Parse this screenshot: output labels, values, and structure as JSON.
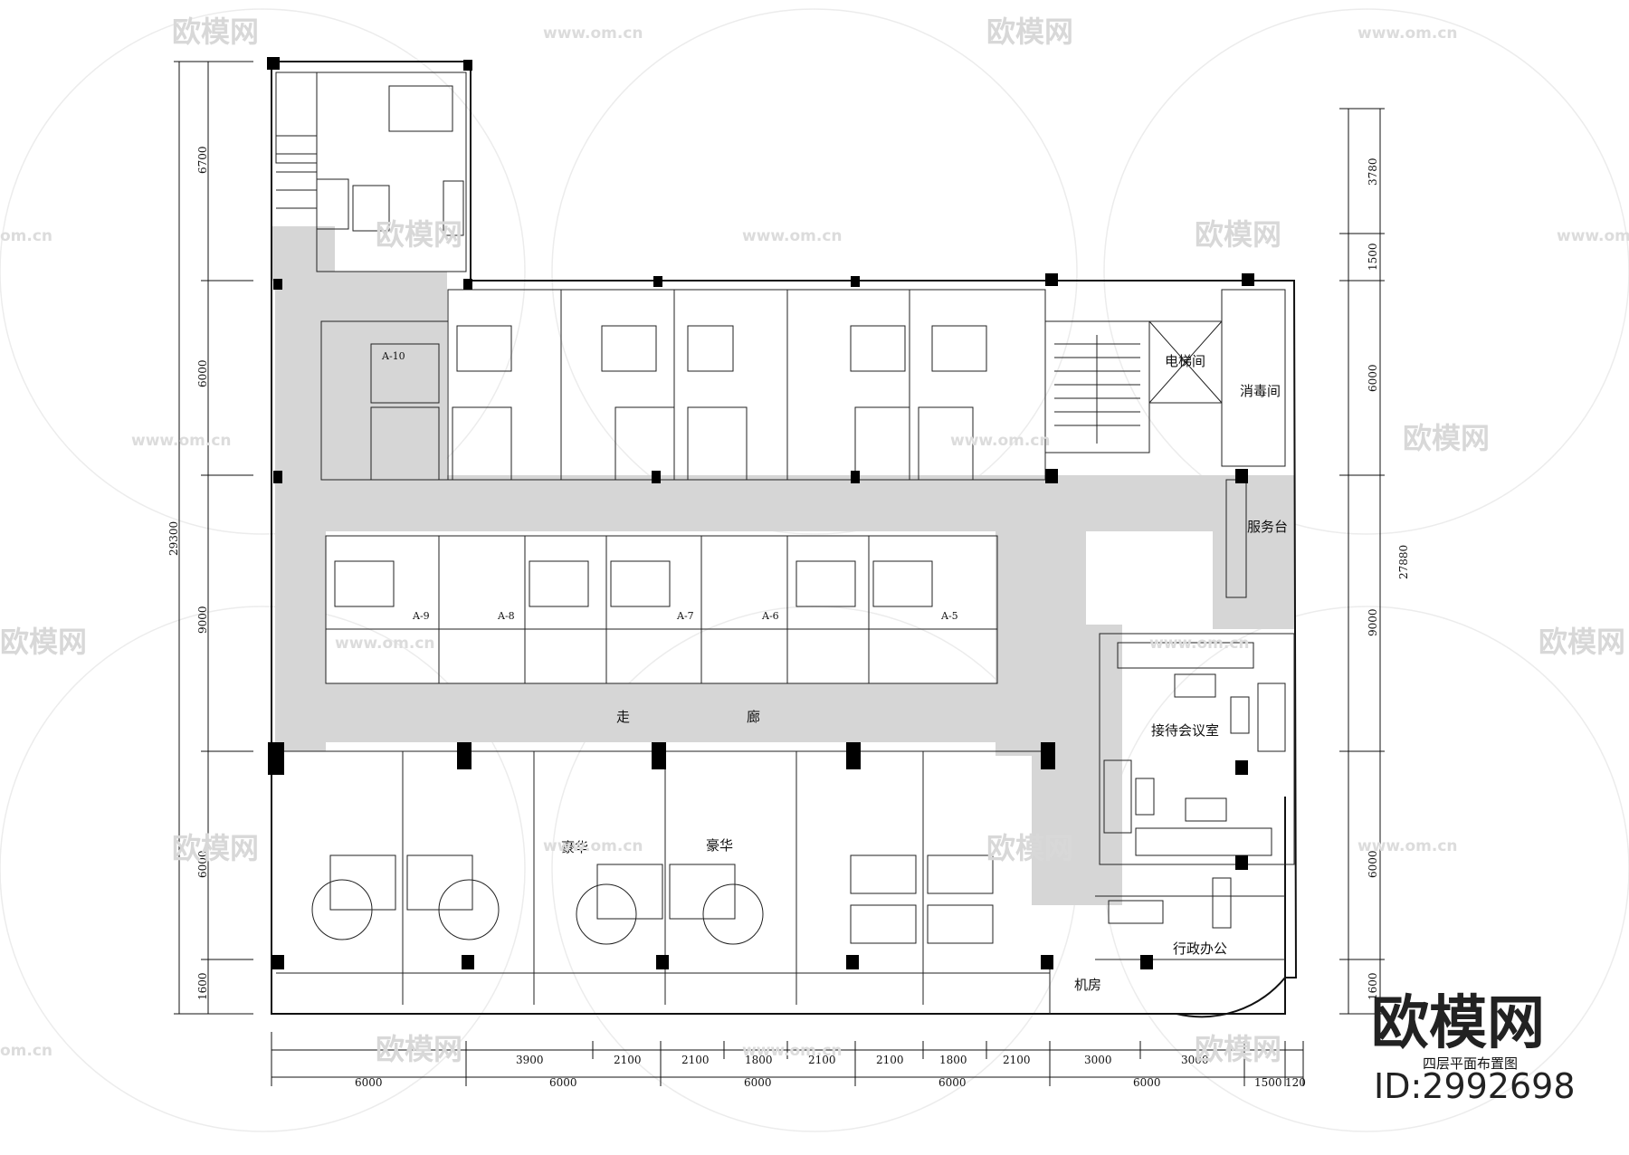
{
  "rooms": {
    "elevator": "电梯间",
    "disinfection": "消毒间",
    "service_desk": "服务台",
    "reception_meeting": "接待会议室",
    "admin_office": "行政办公",
    "machine_room": "机房",
    "corridor_1": "走",
    "corridor_2": "廊",
    "deluxe_1": "豪华",
    "deluxe_2": "豪华"
  },
  "room_codes": [
    "A-10",
    "A-9",
    "A-8",
    "A-7",
    "A-6",
    "A-5"
  ],
  "dimensions": {
    "left": [
      "6700",
      "6000",
      "9000",
      "6000",
      "1600"
    ],
    "left_total": "29300",
    "right": [
      "3780",
      "1500",
      "6000",
      "9000",
      "6000",
      "1600"
    ],
    "right_total": "27880",
    "bottom_inner": [
      "3900",
      "2100",
      "2100",
      "1800",
      "2100",
      "2100",
      "1800",
      "2100",
      "3000",
      "3000"
    ],
    "bottom_outer": [
      "6000",
      "6000",
      "6000",
      "6000",
      "6000",
      "1500",
      "120"
    ]
  },
  "watermark": {
    "brand": "欧模网",
    "url": "www.om.cn",
    "url_short": "om.cn"
  },
  "branding": {
    "logo": "欧模网",
    "plan_title": "四层平面布置图",
    "id_text": "ID:2992698"
  }
}
